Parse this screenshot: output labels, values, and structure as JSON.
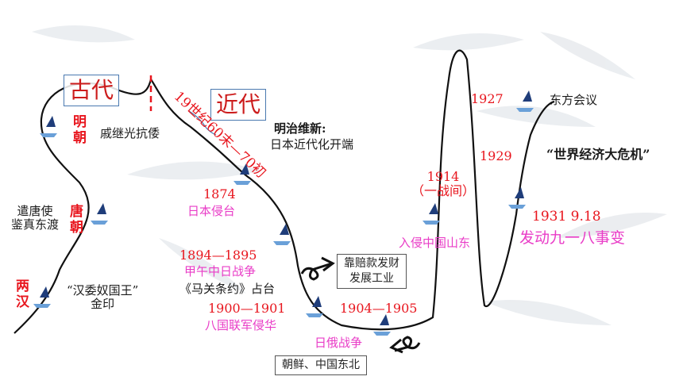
{
  "boxes": {
    "ancient": "古代",
    "modern": "近代"
  },
  "rotated_label": "19世纪60末—70初",
  "labels": {
    "ming_dynasty": "明\n朝",
    "ming_event": "戚继光抗倭",
    "tang_dynasty": "唐\n朝",
    "tang_event": "遣唐使\n鉴真东渡",
    "han_dynasty": "两\n汉",
    "han_event": "“汉委奴国王”\n金印",
    "meiji_title": "明治维新:",
    "meiji_desc": "日本近代化开端",
    "year_1874": "1874",
    "event_1874": "日本侵台",
    "year_1894": "1894—1895",
    "event_1894": "甲午中日战争",
    "treaty": "《马关条约》占台",
    "year_1900": "1900—1901",
    "event_1900": "八国联军侵华",
    "indemnity": "靠赔款发财\n发展工业",
    "year_1904": "1904—1905",
    "event_1904": "日俄战争",
    "korea": "朝鲜、中国东北",
    "year_1914": "1914\n（一战间）",
    "event_1914": "入侵中国山东",
    "year_1927": "1927",
    "event_1927": "东方会议",
    "year_1929": "1929",
    "event_1929": "“世界经济大危机”",
    "year_1931": "1931  9.18",
    "event_1931": "发动九一八事变"
  },
  "colors": {
    "red": "#e8161e",
    "magenta": "#e93cc7",
    "box_border": "#4a79b0",
    "ship": "#1f3d7a"
  }
}
